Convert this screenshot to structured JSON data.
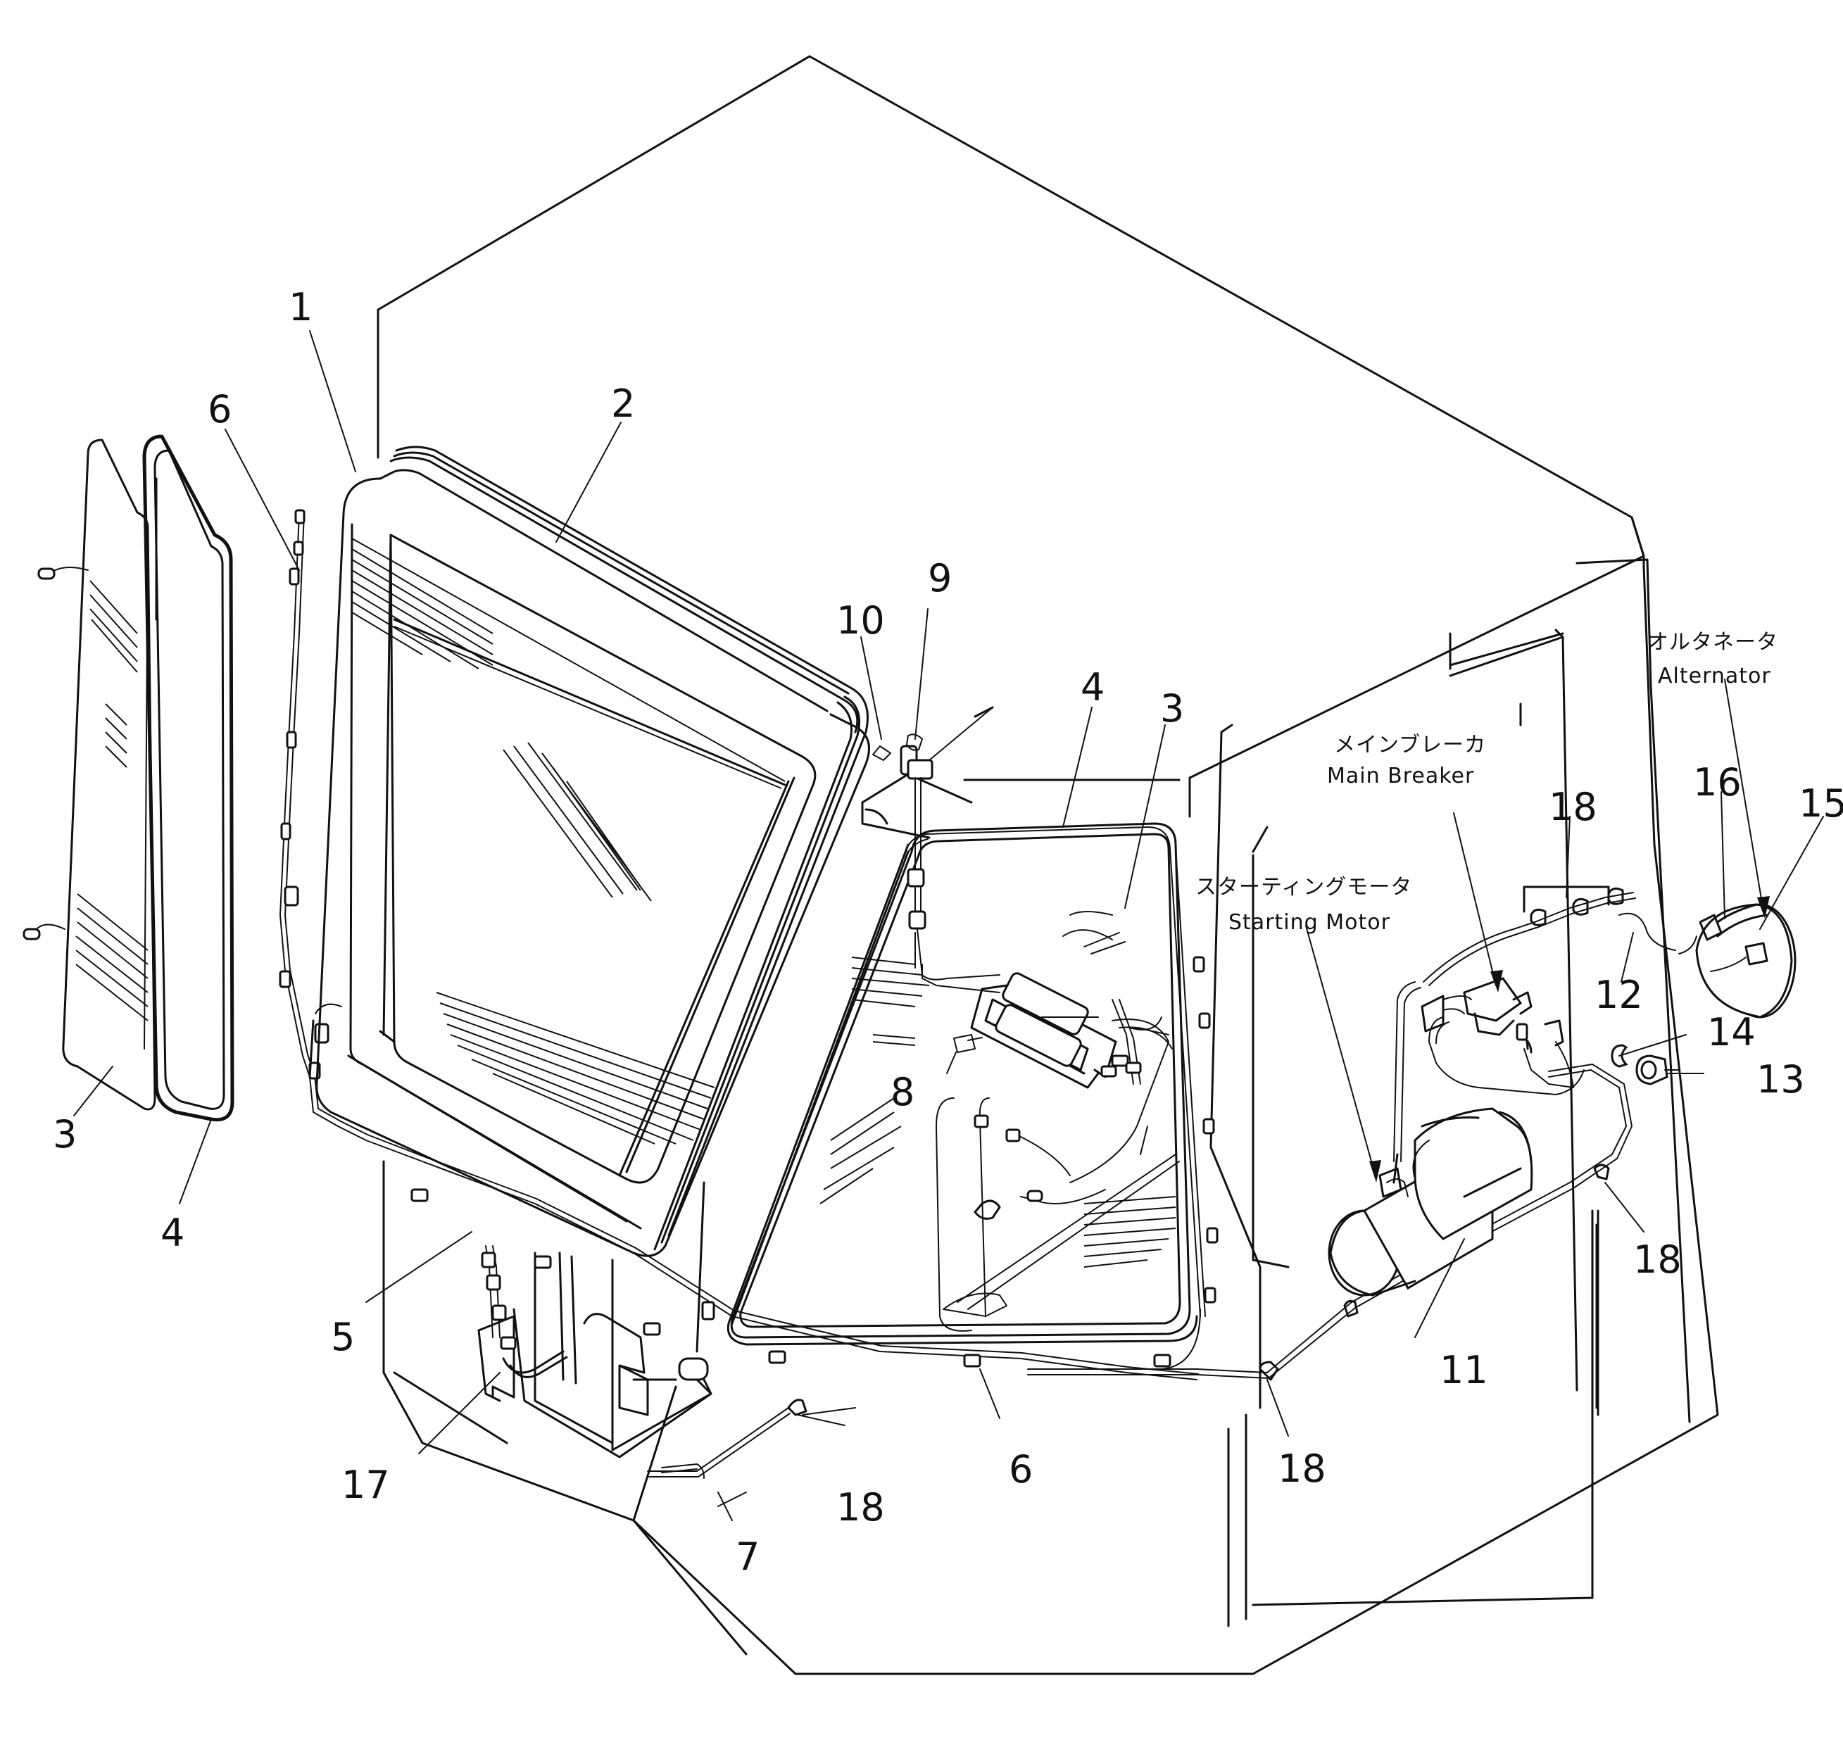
{
  "callouts": {
    "c1": "1",
    "c2": "2",
    "c3a": "3",
    "c3b": "3",
    "c4a": "4",
    "c4b": "4",
    "c5": "5",
    "c6a": "6",
    "c6b": "6",
    "c7": "7",
    "c8": "8",
    "c9": "9",
    "c10": "10",
    "c11": "11",
    "c12": "12",
    "c13": "13",
    "c14": "14",
    "c15": "15",
    "c16": "16",
    "c17": "17",
    "c18a": "18",
    "c18b": "18",
    "c18c": "18",
    "c18d": "18"
  },
  "labels": {
    "alternator_jp": "オルタネータ",
    "alternator_en": "Alternator",
    "main_breaker_jp": "メインブレーカ",
    "main_breaker_en": "Main Breaker",
    "starting_motor_jp": "スターティングモータ",
    "starting_motor_en": "Starting Motor"
  }
}
